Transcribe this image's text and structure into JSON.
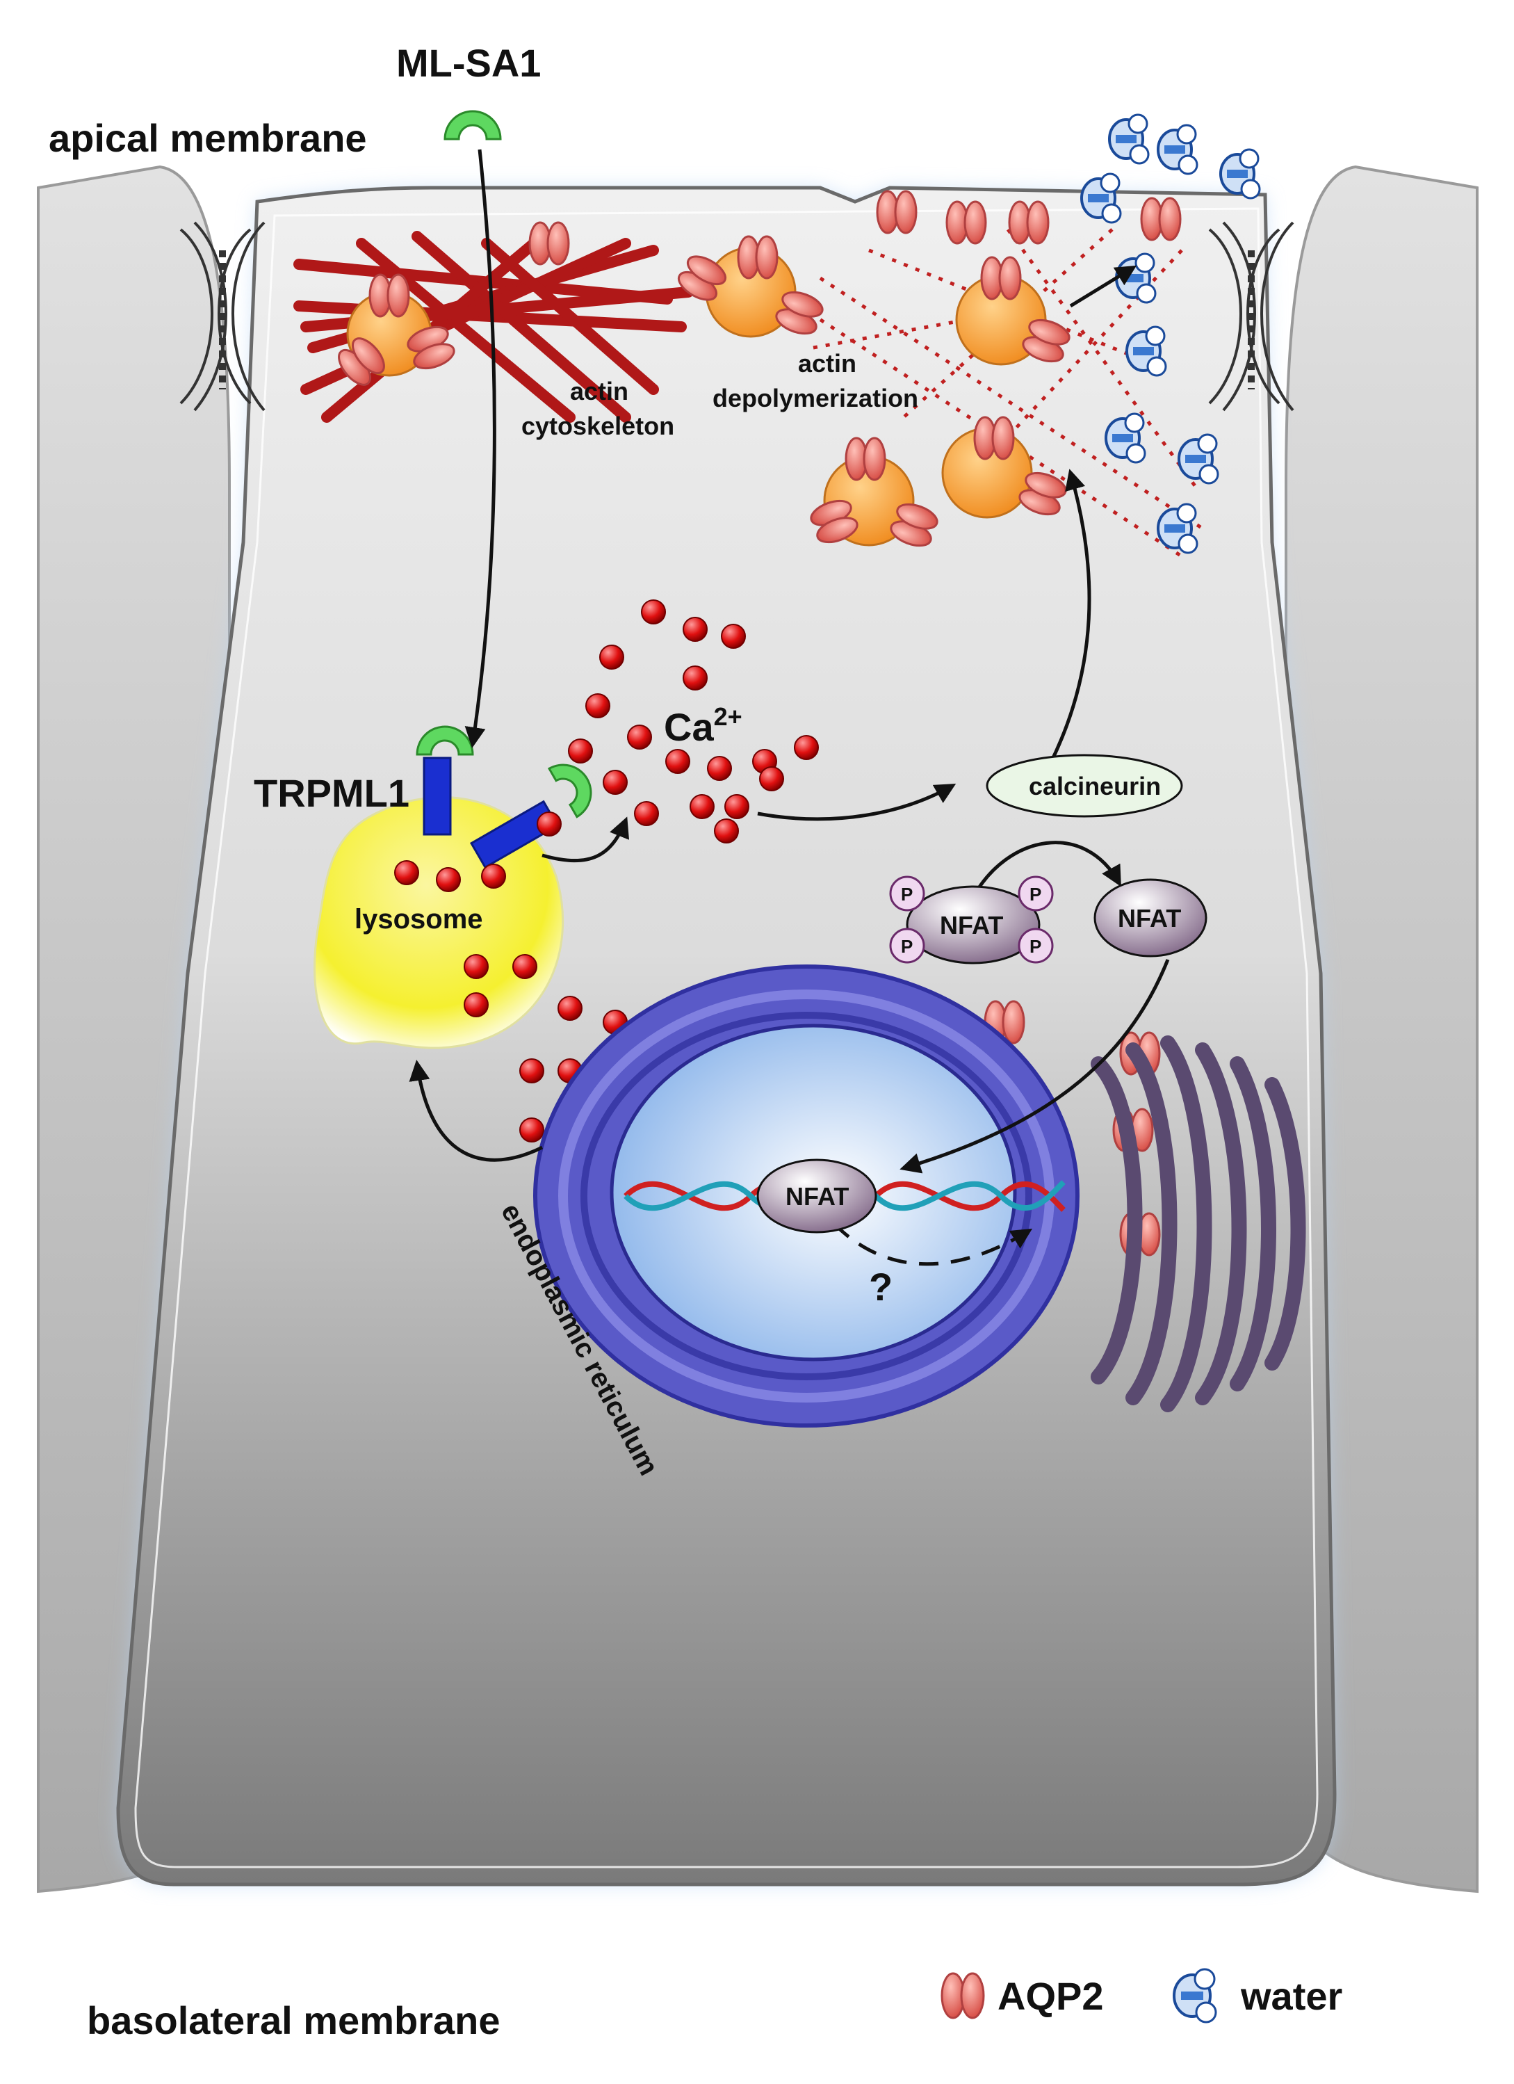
{
  "labels": {
    "ml_sa1": "ML-SA1",
    "apical_membrane": "apical membrane",
    "basolateral_membrane": "basolateral membrane",
    "actin_cytoskeleton_1": "actin",
    "actin_cytoskeleton_2": "cytoskeleton",
    "actin_depolymerization_1": "actin",
    "actin_depolymerization_2": "depolymerization",
    "ca": "Ca",
    "ca_sup": "2+",
    "trpml1": "TRPML1",
    "lysosome": "lysosome",
    "calcineurin": "calcineurin",
    "nfat_phos": "NFAT",
    "nfat_free": "NFAT",
    "nfat_dna": "NFAT",
    "p": "P",
    "question": "?",
    "er": "endoplasmic reticulum"
  },
  "legend": {
    "aqp2": "AQP2",
    "water": "water"
  },
  "colors": {
    "actin": "#b01818",
    "vesicle": "#f7a23c",
    "aqp2": "#e8706a",
    "calcium": "#e01818",
    "lysosome": "#f4f040",
    "trpml1": "#1a2fd0",
    "ml_sa1": "#5ed860",
    "er": "#4a4ab8",
    "nucleus": "#a8c8f0",
    "golgi": "#5a4a70",
    "nfat": "#6a5470",
    "water": "#3a78d0"
  }
}
